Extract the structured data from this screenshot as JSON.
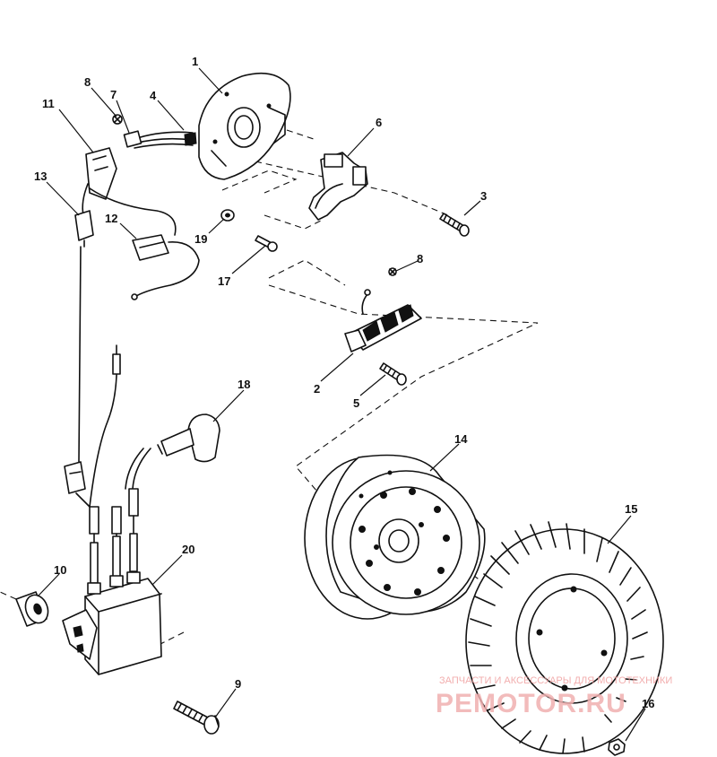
{
  "callouts": {
    "c1": "1",
    "c2": "2",
    "c3": "3",
    "c4": "4",
    "c5": "5",
    "c6": "6",
    "c7": "7",
    "c8a": "8",
    "c8b": "8",
    "c9": "9",
    "c10": "10",
    "c11": "11",
    "c12": "12",
    "c13": "13",
    "c14": "14",
    "c15": "15",
    "c16": "16",
    "c17": "17",
    "c18": "18",
    "c19": "19",
    "c20": "20"
  },
  "watermark": {
    "caption": "ЗАПЧАСТИ И АКСЕССУАРЫ ДЛЯ МОТОТЕХНИКИ",
    "logo": "PEMOTOR.RU"
  }
}
